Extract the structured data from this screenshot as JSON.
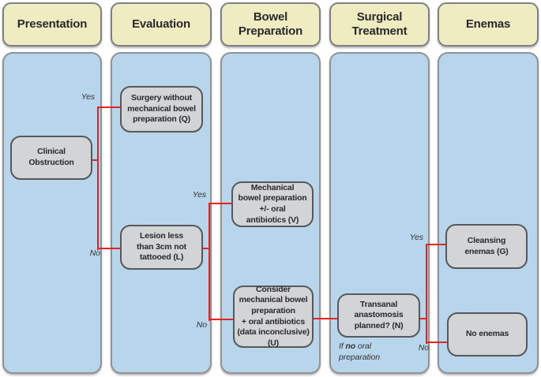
{
  "figure": {
    "type": "flowchart",
    "title": "Bowel preparation decision pathway"
  },
  "columns": [
    {
      "id": "presentation",
      "header": "Presentation"
    },
    {
      "id": "evaluation",
      "header": "Evaluation"
    },
    {
      "id": "bowel-preparation",
      "header": "Bowel\nPreparation"
    },
    {
      "id": "surgical-treatment",
      "header": "Surgical\nTreatment"
    },
    {
      "id": "enemas",
      "header": "Enemas"
    }
  ],
  "nodes": {
    "clinical_obstruction": "Clinical\nObstruction",
    "surgery_without_prep": "Surgery without\nmechanical bowel\npreparation (Q)",
    "lesion_small": "Lesion less\nthan 3cm not\ntattooed (L)",
    "mechanical_prep": "Mechanical\nbowel preparation\n+/- oral\nantibiotics (V)",
    "consider_prep": "Consider\nmechanical bowel\npreparation\n+ oral antibiotics\n(data inconclusive)\n(U)",
    "transanal": "Transanal\nanastomosis\nplanned? (N)",
    "cleansing_enemas": "Cleansing\nenemas (G)",
    "no_enemas": "No enemas"
  },
  "labels": {
    "yes1": "Yes",
    "no1": "No",
    "yes2": "Yes",
    "no2": "No",
    "yes3": "Yes",
    "no3": "No",
    "note": {
      "prefix": "If ",
      "bold": "no",
      "suffix": " oral\npreparation"
    }
  },
  "colors": {
    "header_fill": "#f0ecc2",
    "panel_fill": "#b7d5eb",
    "node_fill": "#d3d4d5",
    "node_border": "#56585b",
    "connector_red": "#e8231f",
    "text": "#29292b"
  }
}
